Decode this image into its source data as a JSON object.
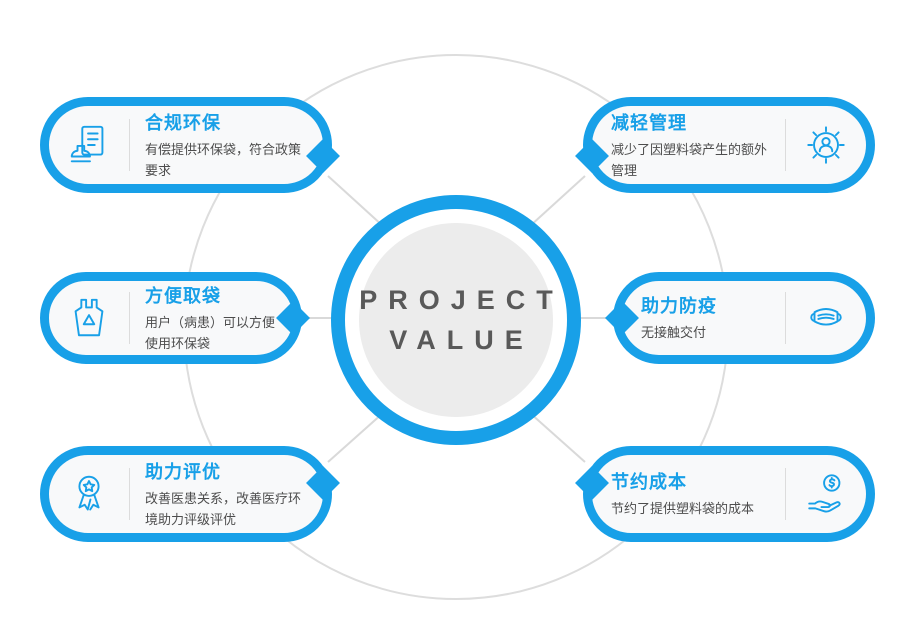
{
  "center": {
    "line1": "PROJECT",
    "line2": "VALUE"
  },
  "cards": [
    {
      "title": "合规环保",
      "desc": "有偿提供环保袋，符合政策要求",
      "icon": "stamp-icon",
      "side": "left"
    },
    {
      "title": "方便取袋",
      "desc": "用户（病患）可以方便使用环保袋",
      "icon": "bag-icon",
      "side": "left"
    },
    {
      "title": "助力评优",
      "desc": "改善医患关系，改善医疗环境助力评级评优",
      "icon": "medal-icon",
      "side": "left"
    },
    {
      "title": "减轻管理",
      "desc": "减少了因塑料袋产生的额外管理",
      "icon": "gear-user-icon",
      "side": "right"
    },
    {
      "title": "助力防疫",
      "desc": "无接触交付",
      "icon": "mask-icon",
      "side": "right"
    },
    {
      "title": "节约成本",
      "desc": "节约了提供塑料袋的成本",
      "icon": "hand-coin-icon",
      "side": "right"
    }
  ],
  "colors": {
    "accent": "#18A0E8",
    "pill_bg": "#f8f9fa",
    "desc_text": "#4d4d4d",
    "center_fill": "#ececec",
    "center_text": "#595959",
    "line": "#d9d9d9"
  }
}
